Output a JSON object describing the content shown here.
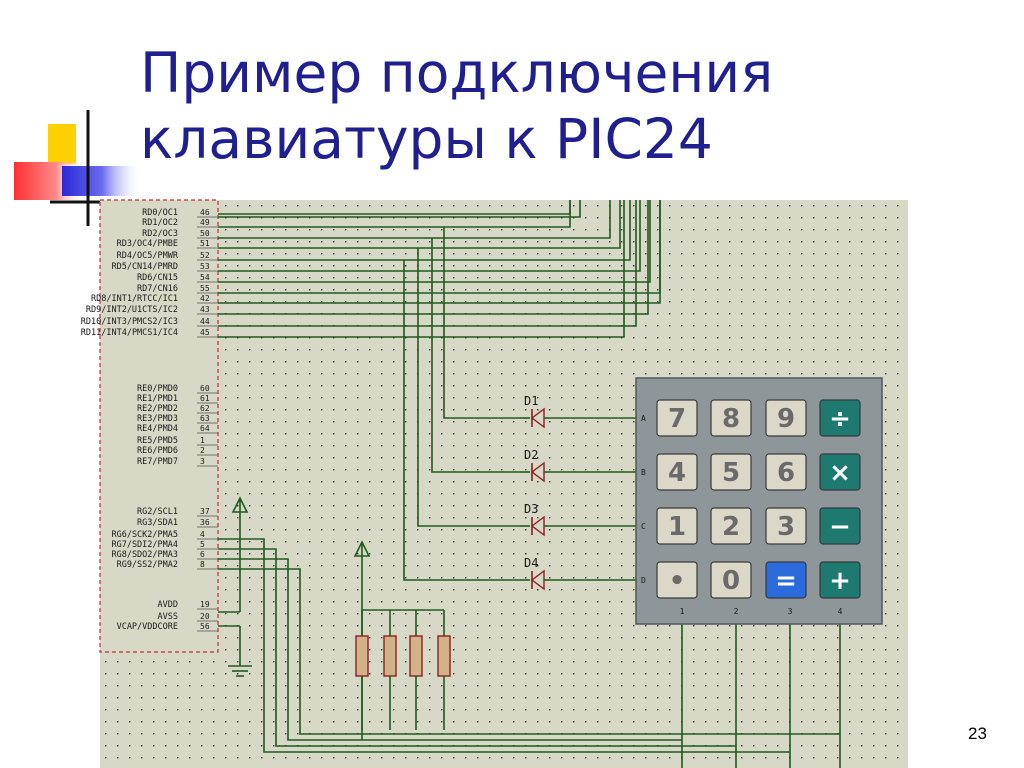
{
  "slide": {
    "title_line1": "Пример подключения",
    "title_line2": "клавиатуры к PIC24",
    "slide_number": "23"
  },
  "mcu": {
    "pins": [
      {
        "name": "RD0/OC1",
        "num": "46"
      },
      {
        "name": "RD1/OC2",
        "num": "49"
      },
      {
        "name": "RD2/OC3",
        "num": "50"
      },
      {
        "name": "RD3/OC4/PMBE",
        "num": "51"
      },
      {
        "name": "RD4/OC5/PMWR",
        "num": "52"
      },
      {
        "name": "RD5/CN14/PMRD",
        "num": "53"
      },
      {
        "name": "RD6/CN15",
        "num": "54"
      },
      {
        "name": "RD7/CN16",
        "num": "55"
      },
      {
        "name": "RD8/INT1/RTCC/IC1",
        "num": "42"
      },
      {
        "name": "RD9/INT2/U1CTS/IC2",
        "num": "43"
      },
      {
        "name": "RD10/INT3/PMCS2/IC3",
        "num": "44"
      },
      {
        "name": "RD11/INT4/PMCS1/IC4",
        "num": "45"
      },
      {
        "name": "RE0/PMD0",
        "num": "60"
      },
      {
        "name": "RE1/PMD1",
        "num": "61"
      },
      {
        "name": "RE2/PMD2",
        "num": "62"
      },
      {
        "name": "RE3/PMD3",
        "num": "63"
      },
      {
        "name": "RE4/PMD4",
        "num": "64"
      },
      {
        "name": "RE5/PMD5",
        "num": "1"
      },
      {
        "name": "RE6/PMD6",
        "num": "2"
      },
      {
        "name": "RE7/PMD7",
        "num": "3"
      },
      {
        "name": "RG2/SCL1",
        "num": "37"
      },
      {
        "name": "RG3/SDA1",
        "num": "36"
      },
      {
        "name": "RG6/SCK2/PMA5",
        "num": "4"
      },
      {
        "name": "RG7/SDI2/PMA4",
        "num": "5"
      },
      {
        "name": "RG8/SDO2/PMA3",
        "num": "6"
      },
      {
        "name": "RG9/SS2/PMA2",
        "num": "8"
      },
      {
        "name": "AVDD",
        "num": "19"
      },
      {
        "name": "AVSS",
        "num": "20"
      },
      {
        "name": "VCAP/VDDCORE",
        "num": "56"
      }
    ]
  },
  "diodes": [
    "D1",
    "D2",
    "D3",
    "D4"
  ],
  "keypad": {
    "row_labels": [
      "A",
      "B",
      "C",
      "D"
    ],
    "col_labels": [
      "1",
      "2",
      "3",
      "4"
    ],
    "keys": [
      [
        "7",
        "8",
        "9",
        "÷"
      ],
      [
        "4",
        "5",
        "6",
        "×"
      ],
      [
        "1",
        "2",
        "3",
        "−"
      ],
      [
        "•",
        "0",
        "=",
        "+"
      ]
    ]
  }
}
